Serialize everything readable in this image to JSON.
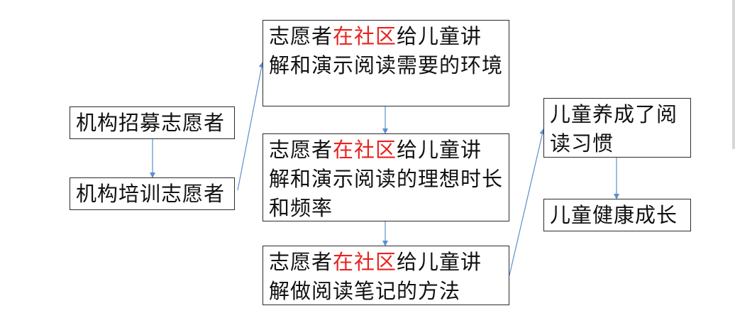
{
  "colors": {
    "text": "#111111",
    "highlight": "#e8231e",
    "border": "#2b2b2b",
    "arrow": "#5b8ed0"
  },
  "nodes": {
    "recruit": {
      "text": "机构招募志愿者"
    },
    "train": {
      "text": "机构培训志愿者"
    },
    "explain_env": {
      "pre": "志愿者",
      "hl": "在社区",
      "post": "给儿童讲解和演示阅读需要的环境"
    },
    "explain_time": {
      "pre": "志愿者",
      "hl": "在社区",
      "post": "给儿童讲解和演示阅读的理想时长和频率"
    },
    "explain_notes": {
      "pre": "志愿者",
      "hl": "在社区",
      "post": "给儿童讲解做阅读笔记的方法"
    },
    "habit": {
      "text": "儿童养成了阅读习惯"
    },
    "growth": {
      "text": "儿童健康成长"
    }
  }
}
